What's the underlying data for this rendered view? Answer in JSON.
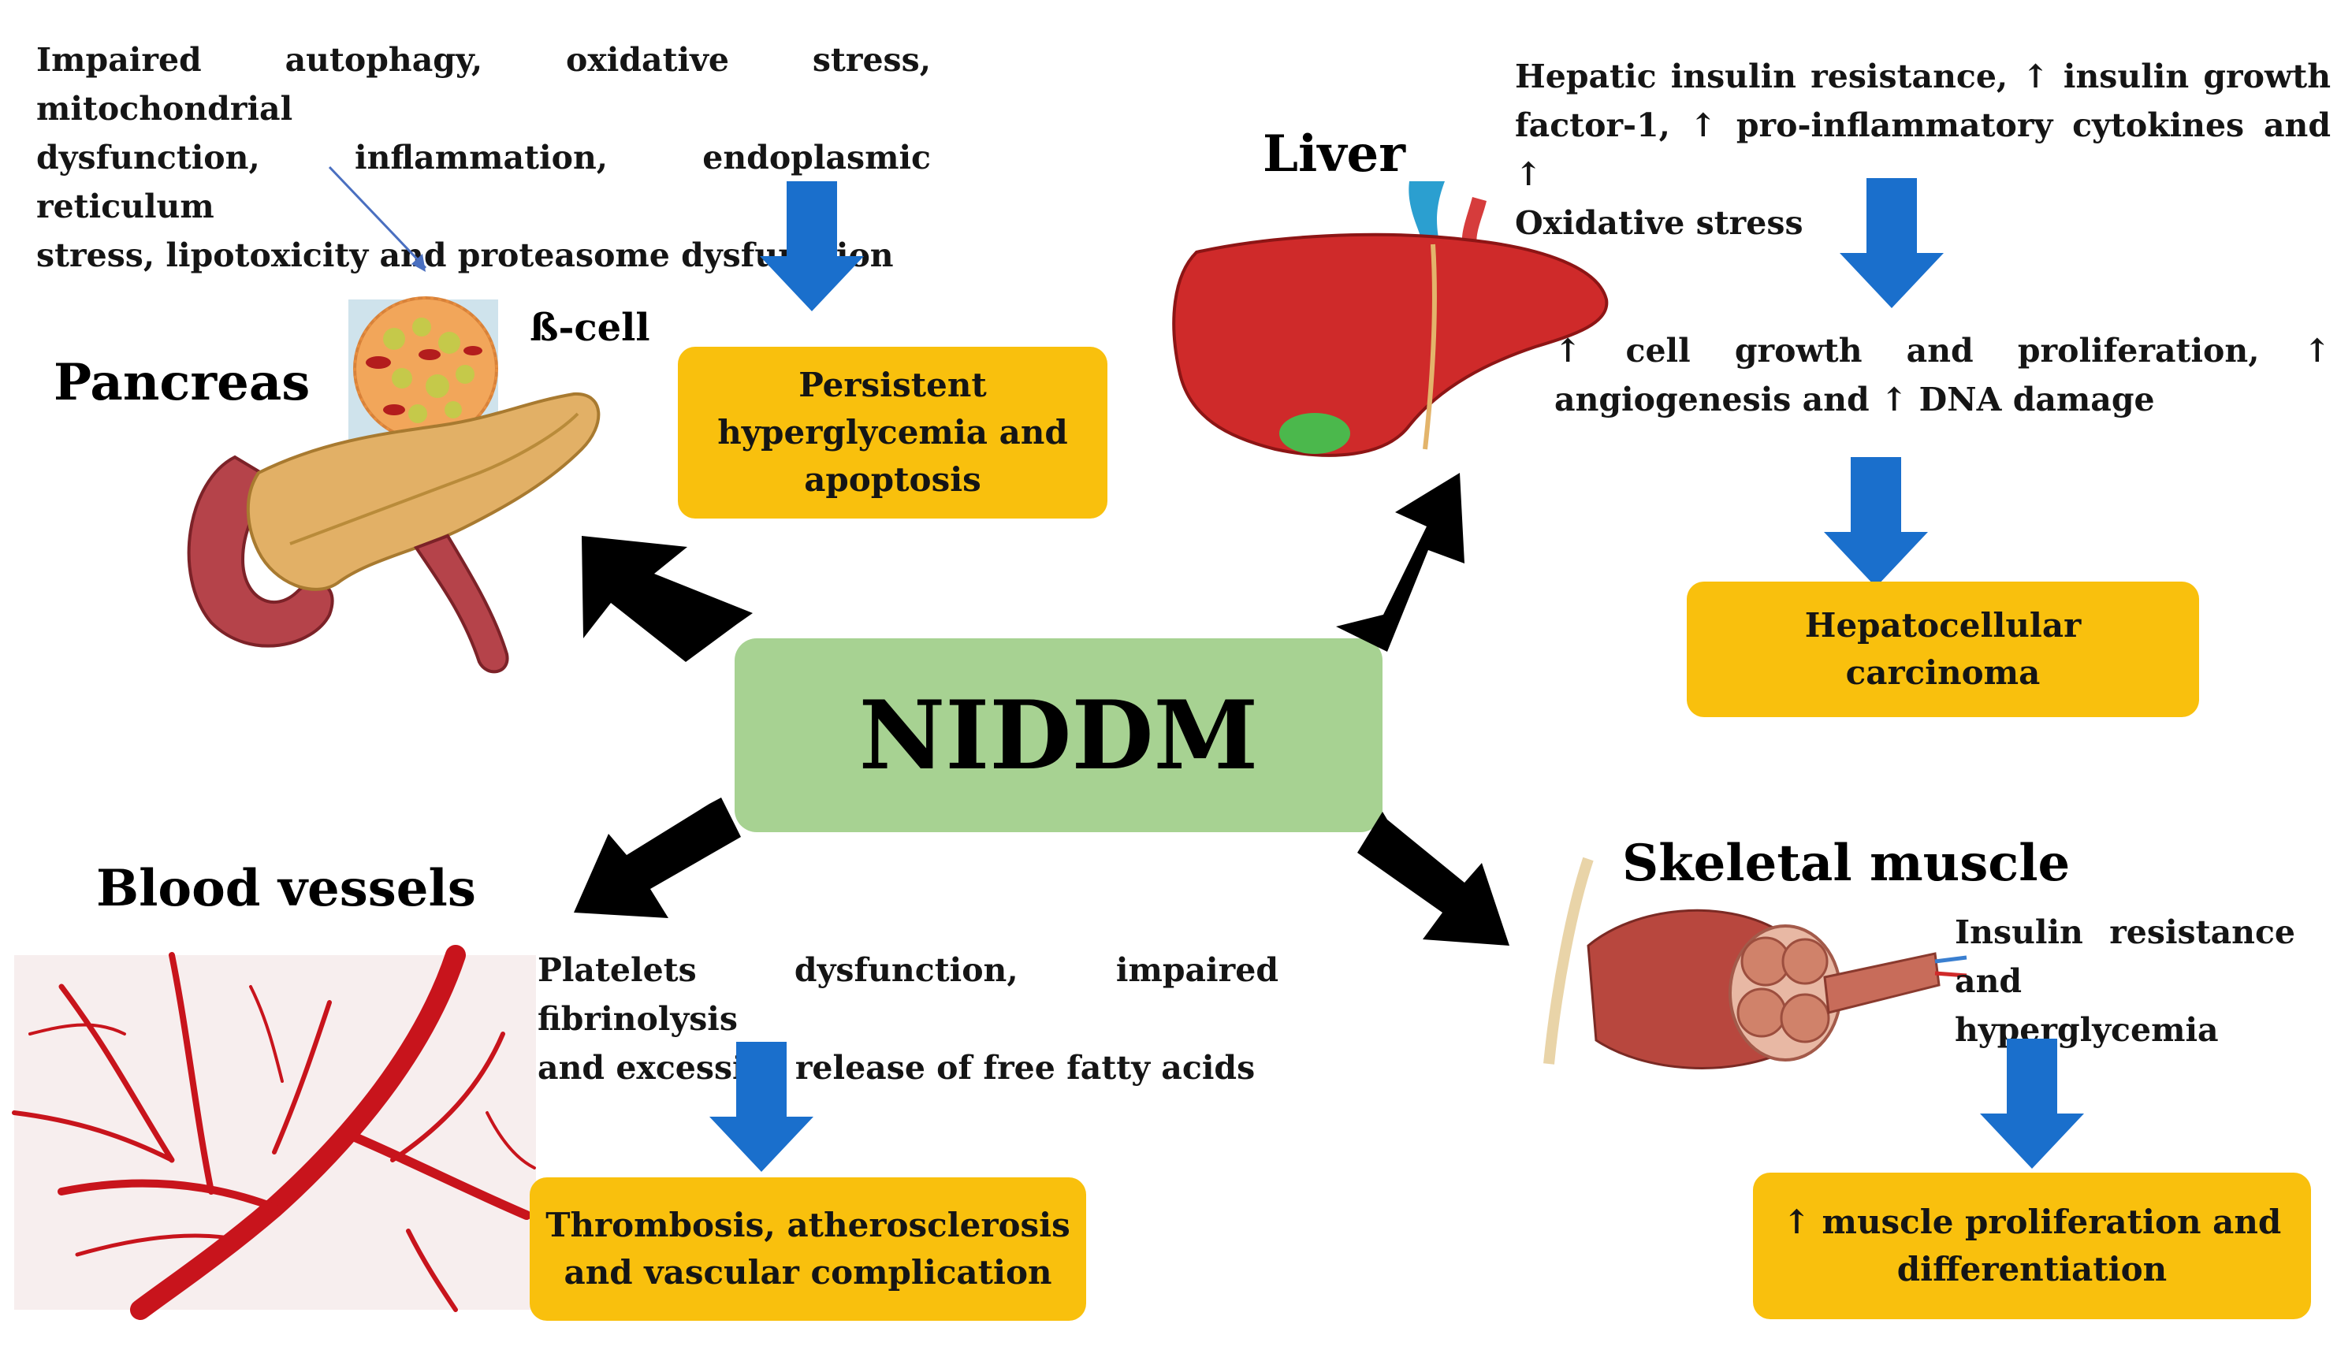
{
  "center": {
    "label": "NIDDM",
    "color": "#a7d292"
  },
  "colors": {
    "box": "#f9c00d",
    "down_arrow": "#1a6fcc",
    "black_arrow": "#000000"
  },
  "pancreas": {
    "title": "Pancreas",
    "cell_label": "ß-cell",
    "causes": [
      "Impaired autophagy, oxidative stress, mitochondrial",
      "dysfunction, inflammation, endoplasmic reticulum",
      "stress, lipotoxicity and proteasome dysfunction"
    ],
    "outcome": [
      "Persistent",
      "hyperglycemia and",
      "apoptosis"
    ]
  },
  "liver": {
    "title": "Liver",
    "causes": [
      "Hepatic insulin resistance, ↑ insulin growth",
      "factor-1, ↑ pro-inflammatory cytokines and ↑",
      "Oxidative stress"
    ],
    "effects": [
      "↑ cell growth and proliferation, ↑",
      "angiogenesis and ↑ DNA damage"
    ],
    "outcome": "Hepatocellular carcinoma"
  },
  "blood_vessels": {
    "title": "Blood vessels",
    "causes": [
      "Platelets dysfunction, impaired fibrinolysis",
      "and excessive release of free fatty acids"
    ],
    "outcome": [
      "Thrombosis, atherosclerosis",
      "and vascular complication"
    ]
  },
  "skeletal_muscle": {
    "title": "Skeletal muscle",
    "causes": [
      "Insulin resistance",
      "and hyperglycemia"
    ],
    "outcome": [
      "↑ muscle proliferation and",
      "differentiation"
    ]
  }
}
